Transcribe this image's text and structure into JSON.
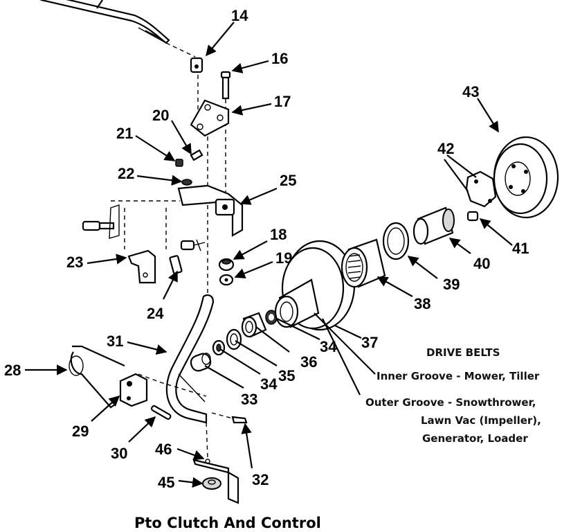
{
  "parts": {
    "p14": "14",
    "p16": "16",
    "p17": "17",
    "p18": "18",
    "p19": "19",
    "p20": "20",
    "p21": "21",
    "p22": "22",
    "p23": "23",
    "p24": "24",
    "p25": "25",
    "p28": "28",
    "p29": "29",
    "p30": "30",
    "p31": "31",
    "p32": "32",
    "p33": "33",
    "p34a": "34",
    "p34b": "34",
    "p35": "35",
    "p36": "36",
    "p37": "37",
    "p38": "38",
    "p39": "39",
    "p40": "40",
    "p41": "41",
    "p42": "42",
    "p43": "43",
    "p45": "45",
    "p46": "46"
  },
  "drive_belts": {
    "heading": "DRIVE BELTS",
    "inner": "Inner Groove - Mower, Tiller",
    "outer_1": "Outer Groove - Snowthrower,",
    "outer_2": "Lawn Vac (Impeller),",
    "outer_3": "Generator, Loader"
  },
  "caption": "Pto Clutch And Control"
}
